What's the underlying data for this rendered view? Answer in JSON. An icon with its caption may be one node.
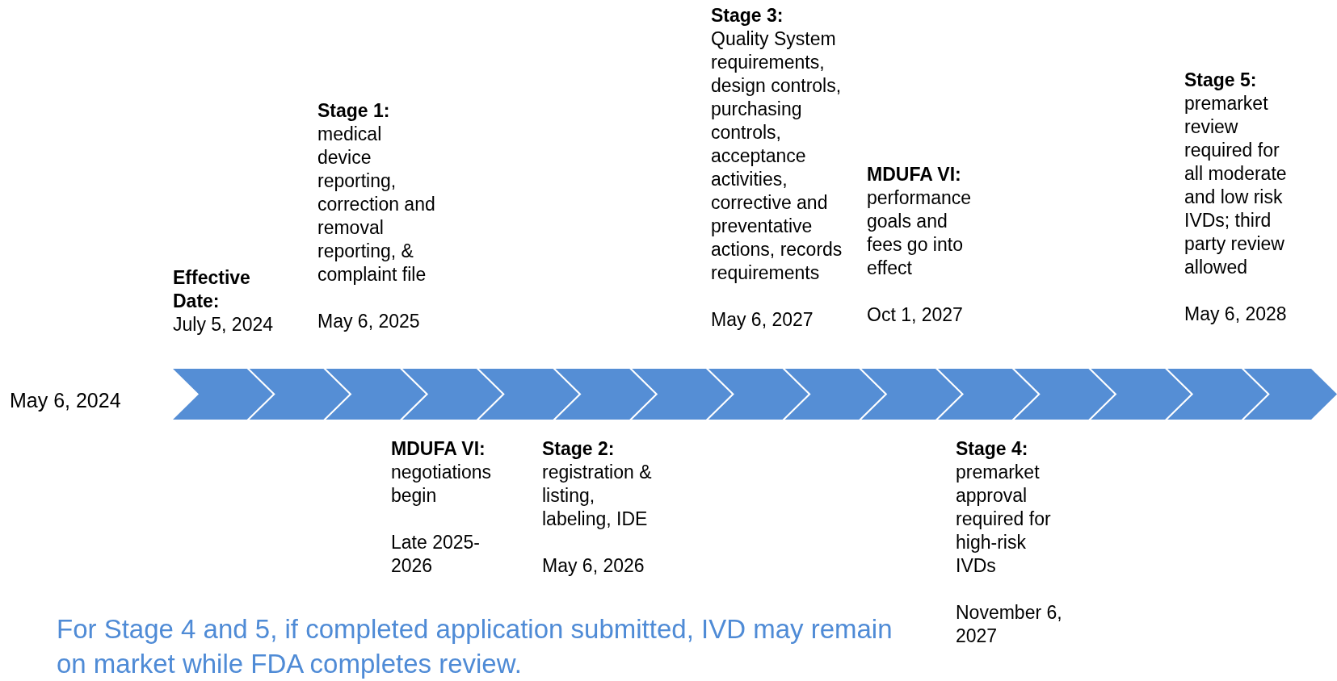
{
  "diagram": {
    "caption": "For Stage 4 and 5, if completed application submitted, IVD may remain on market while FDA completes review.",
    "labels": [
      "May 6, 2024",
      "Effective Date:",
      "July 5, 2024",
      "Stage 1:",
      "medical device reporting, correction and removal reporting, & complaint file",
      "May 6, 2025",
      "MDUFA VI:",
      "negotiations begin",
      "Late 2025-2026",
      "Stage 2:",
      "registration & listing, labeling, IDE",
      "May 6, 2026",
      "Stage 3:",
      "Quality System requirements, design controls, purchasing controls, acceptance activities, corrective and preventative actions, records requirements",
      "May 6, 2027",
      "MDUFA VI:",
      "performance goals and fees go into effect",
      "Oct 1, 2027",
      "Stage 4:",
      "premarket approval required for high-risk IVDs",
      "November 6, 2027",
      "Stage 5:",
      "premarket review required for all moderate and low risk IVDs; third party review allowed",
      "May 6, 2028"
    ]
  }
}
